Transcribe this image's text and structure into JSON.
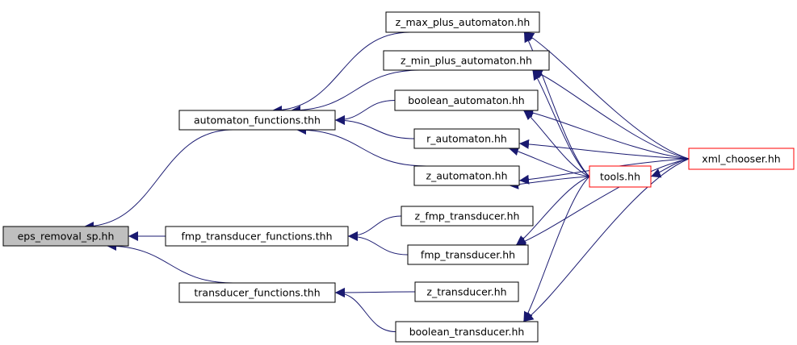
{
  "colors": {
    "edge": "#191970",
    "node_border": "#000000",
    "highlight_border": "#ff0000",
    "current_fill": "#bfbfbf",
    "node_fill": "#ffffff"
  },
  "nodes": [
    {
      "id": "eps",
      "label": "eps_removal_sp.hh",
      "style": "current"
    },
    {
      "id": "autf",
      "label": "automaton_functions.thh",
      "style": "normal"
    },
    {
      "id": "fmpf",
      "label": "fmp_transducer_functions.thh",
      "style": "normal"
    },
    {
      "id": "trf",
      "label": "transducer_functions.thh",
      "style": "normal"
    },
    {
      "id": "zmax",
      "label": "z_max_plus_automaton.hh",
      "style": "normal"
    },
    {
      "id": "zmin",
      "label": "z_min_plus_automaton.hh",
      "style": "normal"
    },
    {
      "id": "bool",
      "label": "boolean_automaton.hh",
      "style": "normal"
    },
    {
      "id": "r",
      "label": "r_automaton.hh",
      "style": "normal"
    },
    {
      "id": "z",
      "label": "z_automaton.hh",
      "style": "normal"
    },
    {
      "id": "zfmp",
      "label": "z_fmp_transducer.hh",
      "style": "normal"
    },
    {
      "id": "fmp",
      "label": "fmp_transducer.hh",
      "style": "normal"
    },
    {
      "id": "ztr",
      "label": "z_transducer.hh",
      "style": "normal"
    },
    {
      "id": "btr",
      "label": "boolean_transducer.hh",
      "style": "normal"
    },
    {
      "id": "tools",
      "label": "tools.hh",
      "style": "highlight"
    },
    {
      "id": "xml",
      "label": "xml_chooser.hh",
      "style": "highlight"
    }
  ],
  "edges": [
    {
      "from": "autf",
      "to": "eps"
    },
    {
      "from": "fmpf",
      "to": "eps"
    },
    {
      "from": "trf",
      "to": "eps"
    },
    {
      "from": "zmax",
      "to": "autf"
    },
    {
      "from": "zmin",
      "to": "autf"
    },
    {
      "from": "bool",
      "to": "autf"
    },
    {
      "from": "r",
      "to": "autf"
    },
    {
      "from": "z",
      "to": "autf"
    },
    {
      "from": "zfmp",
      "to": "fmpf"
    },
    {
      "from": "fmp",
      "to": "fmpf"
    },
    {
      "from": "ztr",
      "to": "trf"
    },
    {
      "from": "btr",
      "to": "trf"
    },
    {
      "from": "tools",
      "to": "zmax"
    },
    {
      "from": "tools",
      "to": "zmin"
    },
    {
      "from": "tools",
      "to": "bool"
    },
    {
      "from": "tools",
      "to": "r"
    },
    {
      "from": "tools",
      "to": "z"
    },
    {
      "from": "tools",
      "to": "fmp"
    },
    {
      "from": "tools",
      "to": "btr"
    },
    {
      "from": "xml",
      "to": "zmax"
    },
    {
      "from": "xml",
      "to": "zmin"
    },
    {
      "from": "xml",
      "to": "bool"
    },
    {
      "from": "xml",
      "to": "r"
    },
    {
      "from": "xml",
      "to": "z"
    },
    {
      "from": "xml",
      "to": "fmp"
    },
    {
      "from": "xml",
      "to": "btr"
    },
    {
      "from": "xml",
      "to": "tools"
    }
  ]
}
